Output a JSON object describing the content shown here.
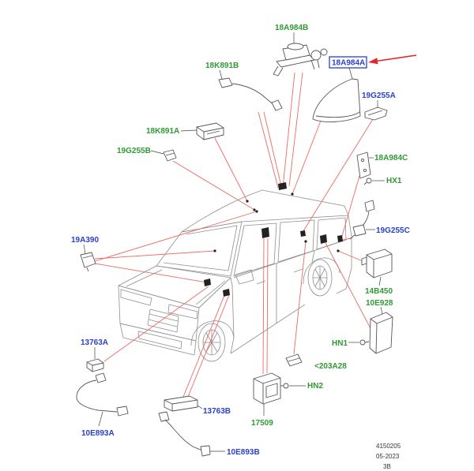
{
  "colors": {
    "leader_red": "#ec6a62",
    "arrow_red": "#e3262d",
    "line_art": "#8e8e8e",
    "part_art": "#555555"
  },
  "callouts": [
    {
      "text": "18A984B",
      "color": "#2f9a33"
    },
    {
      "text": "18A984A",
      "color": "#2b3fcf",
      "highlighted": true
    },
    {
      "text": "18K891B",
      "color": "#2f9a33"
    },
    {
      "text": "19G255A",
      "color": "#2b3fcf"
    },
    {
      "text": "18K891A",
      "color": "#2f9a33"
    },
    {
      "text": "19G255B",
      "color": "#2f9a33"
    },
    {
      "text": "18A984C",
      "color": "#2f9a33"
    },
    {
      "text": "HX1",
      "color": "#2f9a33"
    },
    {
      "text": "19G255C",
      "color": "#2b3fcf"
    },
    {
      "text": "19A390",
      "color": "#2b3fcf"
    },
    {
      "text": "14B450",
      "color": "#2f9a33"
    },
    {
      "text": "10E928",
      "color": "#2f9a33"
    },
    {
      "text": "HN1",
      "color": "#2f9a33"
    },
    {
      "text": "13763A",
      "color": "#2b3fcf"
    },
    {
      "text": "<203A28",
      "color": "#2f9a33"
    },
    {
      "text": "HN2",
      "color": "#2f9a33"
    },
    {
      "text": "13763B",
      "color": "#2b3fcf"
    },
    {
      "text": "17509",
      "color": "#2f9a33"
    },
    {
      "text": "10E893A",
      "color": "#2b3fcf"
    },
    {
      "text": "10E893B",
      "color": "#2b3fcf"
    }
  ],
  "footer": {
    "drawing_number": "4150205",
    "date": "05-2023",
    "revision": "3B"
  }
}
